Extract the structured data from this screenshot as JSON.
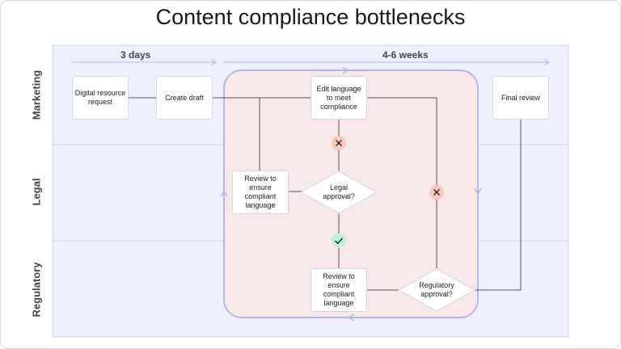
{
  "title": "Content compliance bottlenecks",
  "lanes": {
    "marketing": "Marketing",
    "legal": "Legal",
    "regulatory": "Regulatory"
  },
  "phases": {
    "first": "3 days",
    "second": "4-6 weeks"
  },
  "nodes": {
    "digital_request": "Digital resource request",
    "create_draft": "Create draft",
    "edit_language": "Edit language to meet compliance",
    "final_review": "Final review",
    "legal_review": "Review to ensure compliant language",
    "legal_approval": "Legal approval?",
    "reg_review": "Review to ensure compliant language",
    "reg_approval": "Regulatory approval?"
  },
  "icons": {
    "reject_1": "x-icon",
    "reject_2": "x-icon",
    "approve": "check-icon"
  },
  "colors": {
    "lane_bg": "#eef0fd",
    "lane_line": "#cdd2f6",
    "bottleneck_fill": "#f9e8ea",
    "bottleneck_border": "#b4b4ee",
    "reject": "#f6c9bd",
    "approve": "#bff2dc",
    "connector": "#555555"
  }
}
